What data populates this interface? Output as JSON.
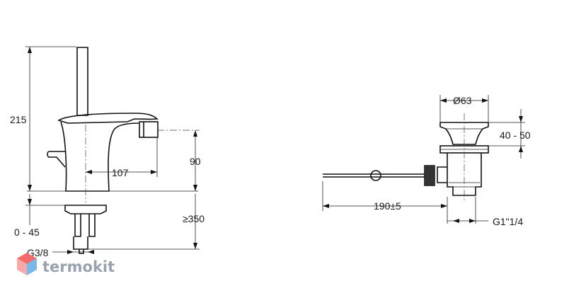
{
  "faucet": {
    "height_total": "215",
    "spout_reach": "107",
    "spout_height": "90",
    "deck_thickness": "0 - 45",
    "hose_length": "≥350",
    "connection": "G3/8"
  },
  "drain": {
    "diameter": "Ø63",
    "height_range": "40 - 50",
    "rod_length": "190±5",
    "thread": "G1\"1/4"
  },
  "watermark": {
    "text": "termokit",
    "colors": [
      "#f26c6c",
      "#7ab8e8",
      "#f5a9a9",
      "#3d7fc7"
    ]
  }
}
